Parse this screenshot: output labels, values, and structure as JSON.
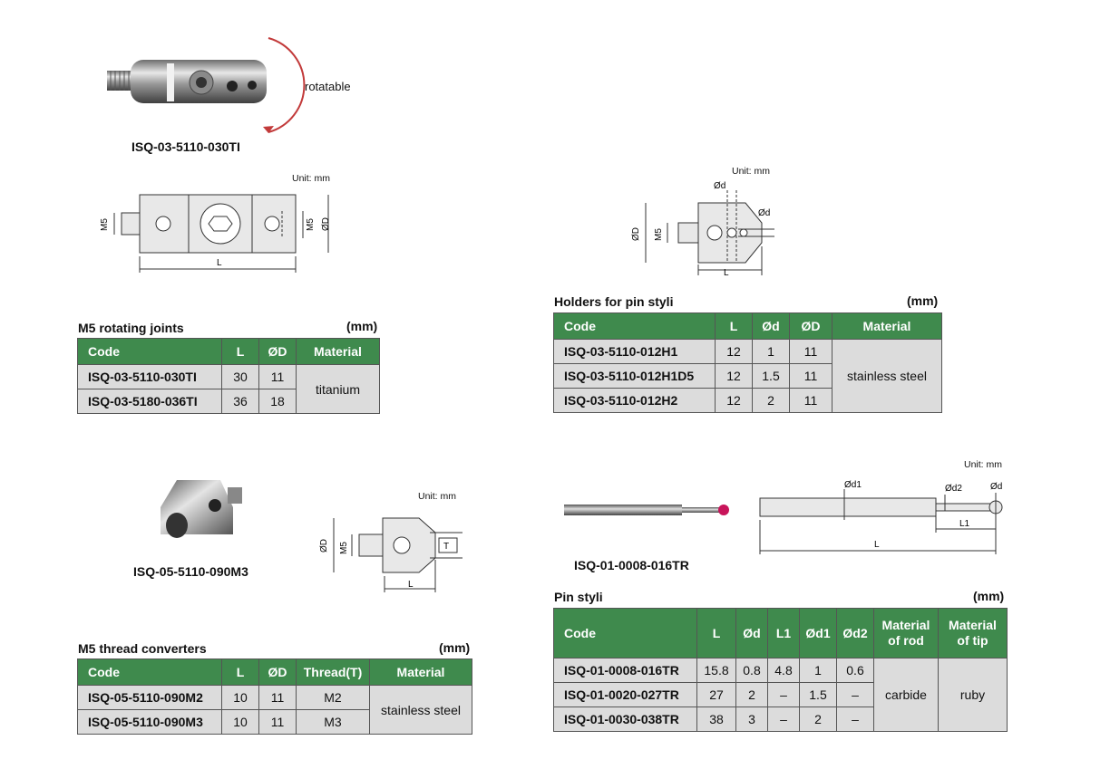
{
  "products": {
    "joint": {
      "code": "ISQ-03-5110-030TI",
      "annotation": "rotatable"
    },
    "converter": {
      "code": "ISQ-05-5110-090M3"
    },
    "stylus": {
      "code": "ISQ-01-0008-016TR"
    }
  },
  "drawings": {
    "joint": {
      "unit": "Unit: mm",
      "labels": {
        "m5_left": "M5",
        "m5_right": "M5",
        "od": "ØD",
        "l": "L"
      }
    },
    "holder": {
      "unit": "Unit: mm",
      "labels": {
        "od_top": "Ød",
        "od_side": "Ød",
        "od_big": "ØD",
        "m5": "M5",
        "l": "L"
      }
    },
    "converter": {
      "unit": "Unit: mm",
      "labels": {
        "od": "ØD",
        "m5": "M5",
        "t": "T",
        "l": "L"
      }
    },
    "stylus": {
      "unit": "Unit: mm",
      "labels": {
        "od1": "Ød1",
        "od2": "Ød2",
        "od": "Ød",
        "l1": "L1",
        "l": "L"
      }
    }
  },
  "tables": {
    "rotating_joints": {
      "title": "M5 rotating joints",
      "unit": "(mm)",
      "headers": [
        "Code",
        "L",
        "ØD",
        "Material"
      ],
      "rows": [
        {
          "code": "ISQ-03-5110-030TI",
          "l": "30",
          "od": "11"
        },
        {
          "code": "ISQ-03-5180-036TI",
          "l": "36",
          "od": "18"
        }
      ],
      "material": "titanium"
    },
    "holders": {
      "title": "Holders for pin styli",
      "unit": "(mm)",
      "headers": [
        "Code",
        "L",
        "Ød",
        "ØD",
        "Material"
      ],
      "rows": [
        {
          "code": "ISQ-03-5110-012H1",
          "l": "12",
          "d": "1",
          "od": "11"
        },
        {
          "code": "ISQ-03-5110-012H1D5",
          "l": "12",
          "d": "1.5",
          "od": "11"
        },
        {
          "code": "ISQ-03-5110-012H2",
          "l": "12",
          "d": "2",
          "od": "11"
        }
      ],
      "material": "stainless steel"
    },
    "thread_converters": {
      "title": "M5 thread converters",
      "unit": "(mm)",
      "headers": [
        "Code",
        "L",
        "ØD",
        "Thread(T)",
        "Material"
      ],
      "rows": [
        {
          "code": "ISQ-05-5110-090M2",
          "l": "10",
          "od": "11",
          "thread": "M2"
        },
        {
          "code": "ISQ-05-5110-090M3",
          "l": "10",
          "od": "11",
          "thread": "M3"
        }
      ],
      "material": "stainless steel"
    },
    "pin_styli": {
      "title": "Pin styli",
      "unit": "(mm)",
      "headers": [
        "Code",
        "L",
        "Ød",
        "L1",
        "Ød1",
        "Ød2"
      ],
      "header_rod": [
        "Material",
        "of rod"
      ],
      "header_tip": [
        "Material",
        "of tip"
      ],
      "rows": [
        {
          "code": "ISQ-01-0008-016TR",
          "l": "15.8",
          "d": "0.8",
          "l1": "4.8",
          "d1": "1",
          "d2": "0.6"
        },
        {
          "code": "ISQ-01-0020-027TR",
          "l": "27",
          "d": "2",
          "l1": "–",
          "d1": "1.5",
          "d2": "–"
        },
        {
          "code": "ISQ-01-0030-038TR",
          "l": "38",
          "d": "3",
          "l1": "–",
          "d1": "2",
          "d2": "–"
        }
      ],
      "rod_material": "carbide",
      "tip_material": "ruby"
    }
  }
}
